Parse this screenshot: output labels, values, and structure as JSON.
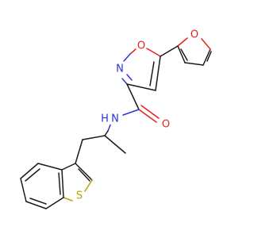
{
  "atoms": {
    "isoxazole_O": {
      "symbol": "O",
      "color": "#e8211c"
    },
    "isoxazole_N": {
      "symbol": "N",
      "color": "#2a35d8"
    },
    "furan_O": {
      "symbol": "O",
      "color": "#e8211c"
    },
    "amide_N": {
      "symbol": "N",
      "color": "#2a35d8"
    },
    "amide_H": {
      "symbol": "H",
      "color": "#2a35d8"
    },
    "carbonyl_O": {
      "symbol": "O",
      "color": "#e8211c"
    },
    "thiophene_S": {
      "symbol": "S",
      "color": "#b3a400"
    }
  },
  "colors": {
    "carbon_bond": "#1a1a1a",
    "background": "#ffffff"
  }
}
